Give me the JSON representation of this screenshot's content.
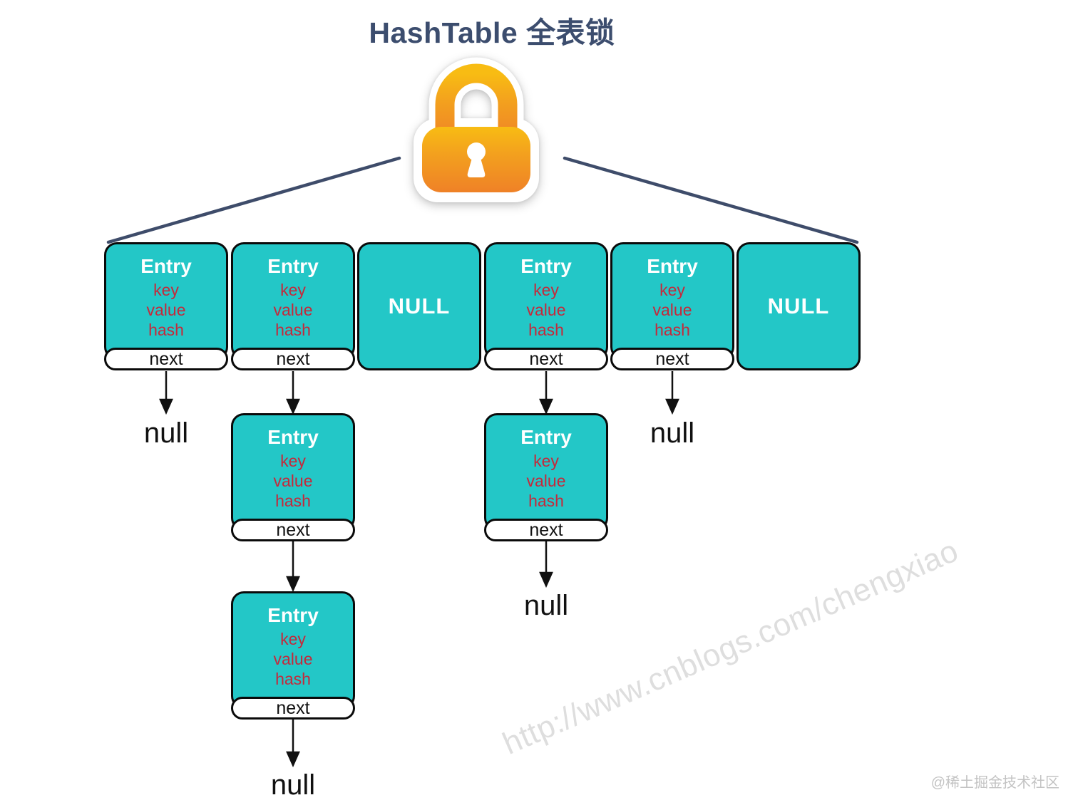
{
  "title": "HashTable 全表锁",
  "labels": {
    "entry": "Entry",
    "key": "key",
    "value": "value",
    "hash": "hash",
    "next": "next",
    "null_bucket": "NULL",
    "null_pointer": "null"
  },
  "buckets": [
    {
      "slot": 1,
      "type": "entry",
      "chain_length": 1,
      "chain_ends_in": "null"
    },
    {
      "slot": 2,
      "type": "entry",
      "chain_length": 3,
      "chain_ends_in": "null"
    },
    {
      "slot": 3,
      "type": "NULL"
    },
    {
      "slot": 4,
      "type": "entry",
      "chain_length": 2,
      "chain_ends_in": "null"
    },
    {
      "slot": 5,
      "type": "entry",
      "chain_length": 1,
      "chain_ends_in": "null"
    },
    {
      "slot": 6,
      "type": "NULL"
    }
  ],
  "watermark": "http://www.cnblogs.com/chengxiao",
  "credit": "@稀土掘金技术社区",
  "colors": {
    "bucket_fill": "#23C7C7",
    "field_text": "#C5293B",
    "title_text": "#3C4D6E",
    "wire_line": "#3E4C6A",
    "lock_top": "#F8BC13",
    "lock_bottom": "#EF8127"
  }
}
